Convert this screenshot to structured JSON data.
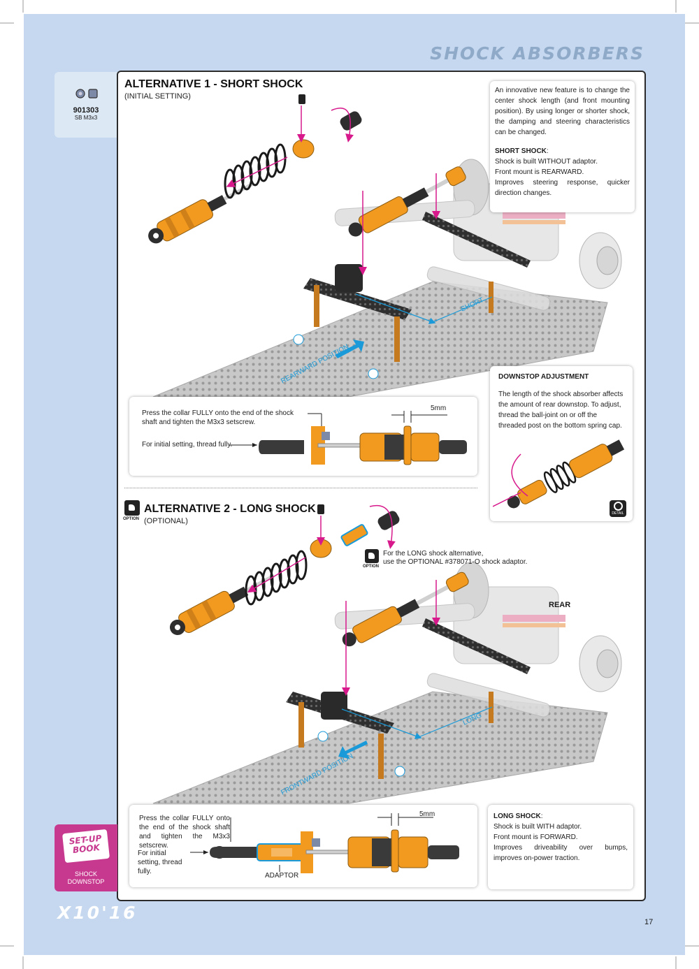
{
  "header": {
    "title": "SHOCK ABSORBERS"
  },
  "part_box": {
    "number": "901303",
    "desc": "SB M3x3"
  },
  "alt1": {
    "title": "ALTERNATIVE 1 - SHORT SHOCK",
    "subtitle": "(INITIAL SETTING)",
    "short_label": "SHORT",
    "rearward_label": "REARWARD POSITION",
    "detail_text1": "Press the collar FULLY onto the end of the shock shaft and tighten the M3x3 setscrew.",
    "detail_text2": "For initial setting, thread fully.",
    "dim": "5mm"
  },
  "info_box1": {
    "intro": "An innovative new feature is to change the center shock length (and front mounting position). By using longer or shorter shock, the damping and steering characteristics can be changed.",
    "short_heading": "SHORT SHOCK",
    "short_colon": ":",
    "short_line1": "Shock is built WITHOUT adaptor.",
    "short_line2": "Front mount is REARWARD.",
    "short_line3": "Improves steering response, quicker direction changes."
  },
  "downstop": {
    "heading": "DOWNSTOP ADJUSTMENT",
    "body": "The length of the shock absorber affects the amount of rear downstop. To adjust, thread the ball-joint on or off the threaded post on the bottom spring cap.",
    "badge": "DETAIL"
  },
  "alt2": {
    "option_label": "OPTION",
    "title": "ALTERNATIVE 2 - LONG SHOCK",
    "subtitle": "(OPTIONAL)",
    "option_note_line1": "For the LONG shock alternative,",
    "option_note_line2": "use the OPTIONAL #378071-O shock adaptor.",
    "option_label2": "OPTION",
    "rear_label": "REAR",
    "long_label": "LONG",
    "forward_label": "FRONTWARD POSITION",
    "detail_text1": "Press the collar FULLY onto the end of the shock shaft and tighten the M3x3 setscrew.",
    "detail_text2": "For initial setting, thread fully.",
    "adaptor_label": "ADAPTOR",
    "dim": "5mm"
  },
  "info_box2": {
    "heading": "LONG SHOCK",
    "colon": ":",
    "line1": "Shock is built WITH adaptor.",
    "line2": "Front mount is FORWARD.",
    "line3": "Improves driveability over bumps, improves on-power traction."
  },
  "setup_book": {
    "badge_line1": "SET-UP",
    "badge_line2": "BOOK",
    "label_line1": "SHOCK",
    "label_line2": "DOWNSTOP"
  },
  "footer": {
    "logo": "X10'16",
    "page_number": "17"
  },
  "colors": {
    "orange": "#f29a1f",
    "magenta": "#d7198c",
    "blue": "#1a9ad8",
    "dark": "#2e2e2e",
    "chassis": "#bfbfbf"
  }
}
